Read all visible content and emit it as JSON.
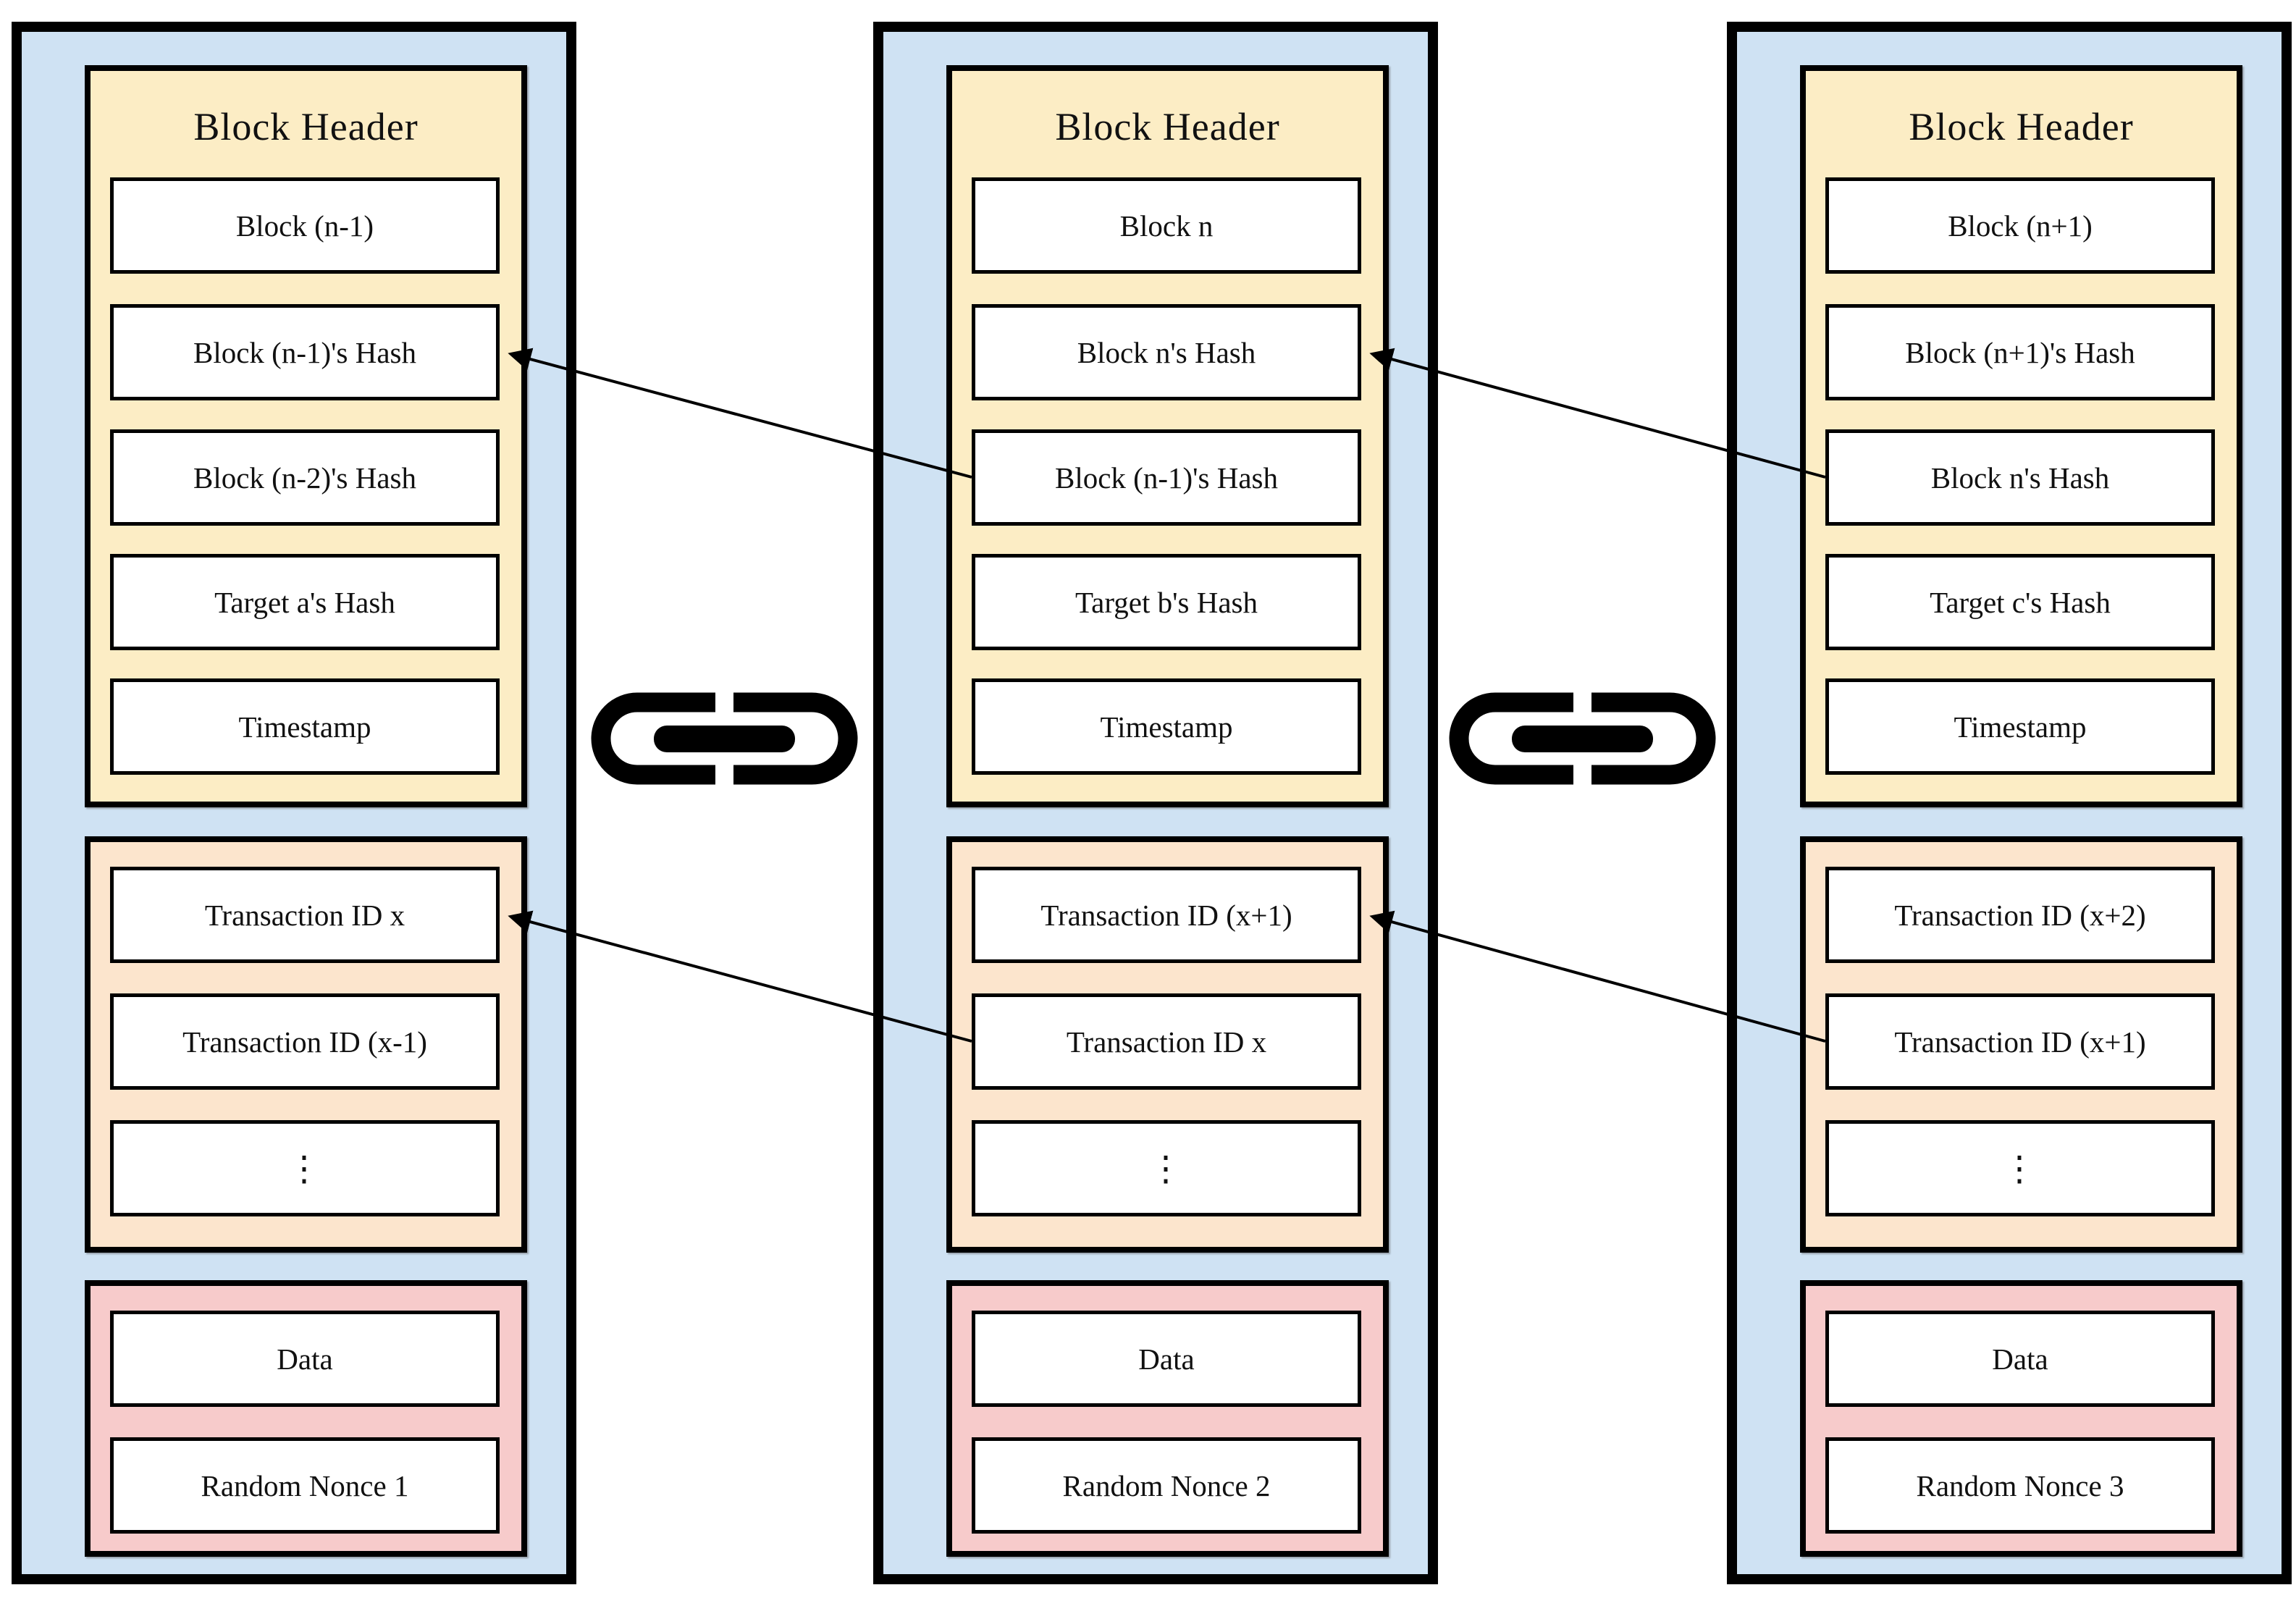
{
  "colors": {
    "container-bg": "#cfe2f3",
    "header-bg": "#fcedc5",
    "tx-bg": "#fce5cd",
    "data-bg": "#f7cbcb",
    "field-bg": "#ffffff",
    "border": "#000000",
    "arrow": "#000000"
  },
  "blocks": [
    {
      "header_title": "Block Header",
      "header_fields": [
        "Block (n-1)",
        "Block (n-1)'s Hash",
        "Block (n-2)'s Hash",
        "Target a's Hash",
        "Timestamp"
      ],
      "transactions": [
        "Transaction ID x",
        "Transaction ID (x-1)",
        "⋮"
      ],
      "data_fields": [
        "Data",
        "Random Nonce 1"
      ]
    },
    {
      "header_title": "Block Header",
      "header_fields": [
        "Block n",
        "Block n's Hash",
        "Block (n-1)'s Hash",
        "Target b's Hash",
        "Timestamp"
      ],
      "transactions": [
        "Transaction ID (x+1)",
        "Transaction ID x",
        "⋮"
      ],
      "data_fields": [
        "Data",
        "Random Nonce 2"
      ]
    },
    {
      "header_title": "Block Header",
      "header_fields": [
        "Block (n+1)",
        "Block (n+1)'s Hash",
        "Block n's Hash",
        "Target c's Hash",
        "Timestamp"
      ],
      "transactions": [
        "Transaction ID (x+2)",
        "Transaction ID (x+1)",
        "⋮"
      ],
      "data_fields": [
        "Data",
        "Random Nonce 3"
      ]
    }
  ]
}
